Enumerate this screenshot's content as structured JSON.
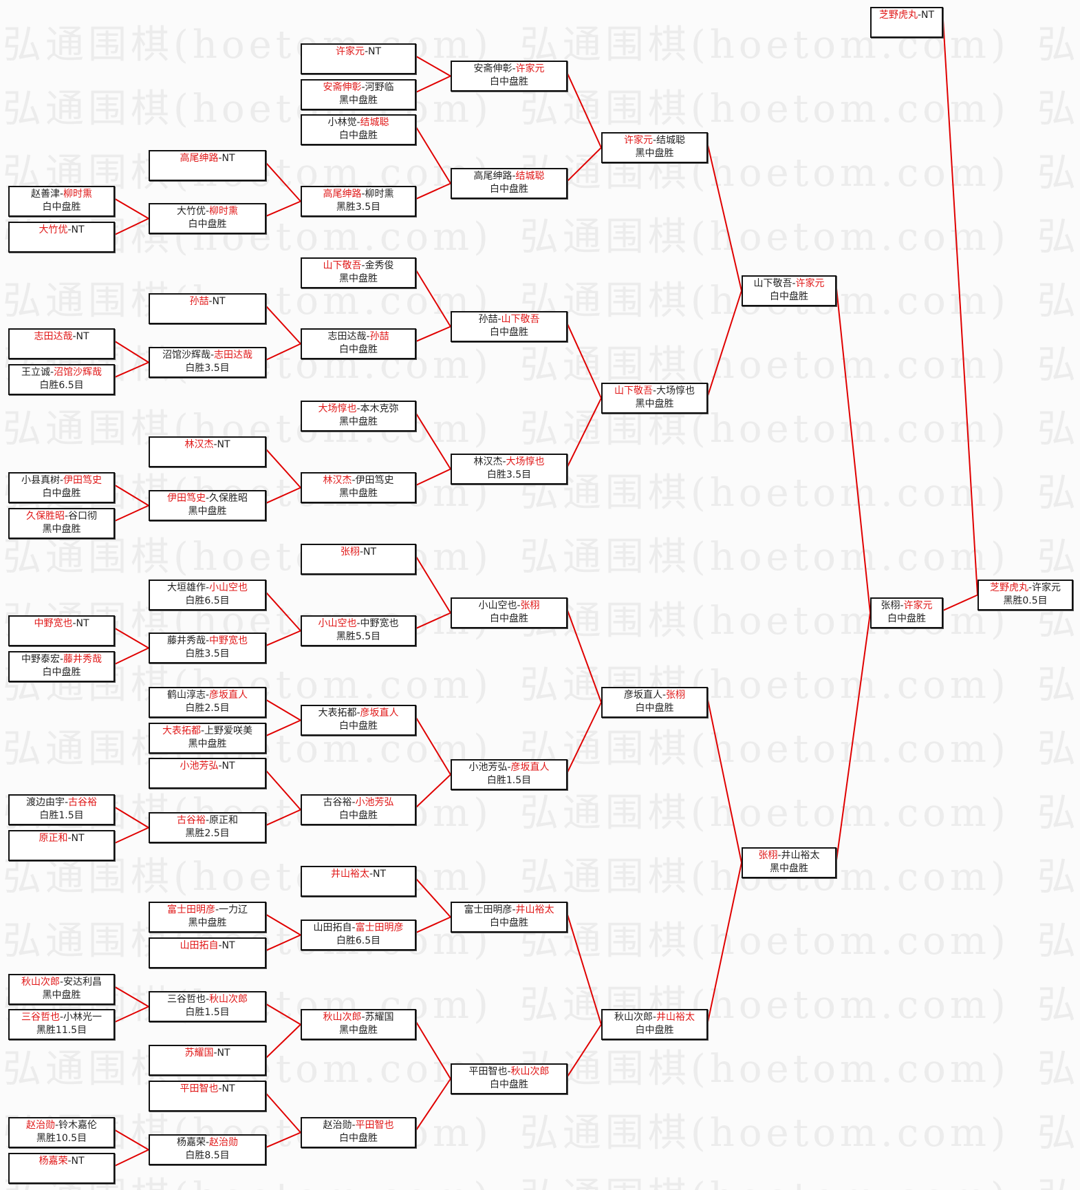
{
  "watermark": "弘通围棋(hoetom.com)",
  "separator": "-",
  "colors": {
    "winner": "#e01818",
    "line": "#e00000",
    "border": "#111111"
  },
  "boxes": [
    {
      "p1": "赵善津",
      "p2": "柳时熏",
      "winner": 1,
      "result": "白中盘胜"
    },
    {
      "p1": "大竹优",
      "p2": "NT",
      "winner": 0,
      "result": ""
    },
    {
      "p1": "志田达哉",
      "p2": "NT",
      "winner": 0,
      "result": ""
    },
    {
      "p1": "王立诚",
      "p2": "沼馆沙辉哉",
      "winner": 1,
      "result": "白胜6.5目"
    },
    {
      "p1": "小县真树",
      "p2": "伊田笃史",
      "winner": 1,
      "result": "白中盘胜"
    },
    {
      "p1": "久保胜昭",
      "p2": "谷口彻",
      "winner": 0,
      "result": "黑中盘胜"
    },
    {
      "p1": "中野宽也",
      "p2": "NT",
      "winner": 0,
      "result": ""
    },
    {
      "p1": "中野泰宏",
      "p2": "藤井秀哉",
      "winner": 1,
      "result": "白中盘胜"
    },
    {
      "p1": "渡边由宇",
      "p2": "古谷裕",
      "winner": 1,
      "result": "白胜1.5目"
    },
    {
      "p1": "原正和",
      "p2": "NT",
      "winner": 0,
      "result": ""
    },
    {
      "p1": "秋山次郎",
      "p2": "安达利昌",
      "winner": 0,
      "result": "黑中盘胜"
    },
    {
      "p1": "三谷哲也",
      "p2": "小林光一",
      "winner": 0,
      "result": "黑胜11.5目"
    },
    {
      "p1": "赵治勋",
      "p2": "铃木嘉伦",
      "winner": 0,
      "result": "黑胜10.5目"
    },
    {
      "p1": "杨嘉荣",
      "p2": "NT",
      "winner": 0,
      "result": ""
    },
    {
      "p1": "高尾绅路",
      "p2": "NT",
      "winner": 0,
      "result": ""
    },
    {
      "p1": "大竹优",
      "p2": "柳时熏",
      "winner": 1,
      "result": "白中盘胜"
    },
    {
      "p1": "孙喆",
      "p2": "NT",
      "winner": 0,
      "result": ""
    },
    {
      "p1": "沼馆沙辉哉",
      "p2": "志田达哉",
      "winner": 1,
      "result": "白胜3.5目"
    },
    {
      "p1": "林汉杰",
      "p2": "NT",
      "winner": 0,
      "result": ""
    },
    {
      "p1": "伊田笃史",
      "p2": "久保胜昭",
      "winner": 0,
      "result": "黑中盘胜"
    },
    {
      "p1": "大垣雄作",
      "p2": "小山空也",
      "winner": 1,
      "result": "白胜6.5目"
    },
    {
      "p1": "藤井秀哉",
      "p2": "中野宽也",
      "winner": 1,
      "result": "白胜3.5目"
    },
    {
      "p1": "鹤山淳志",
      "p2": "彦坂直人",
      "winner": 1,
      "result": "白胜2.5目"
    },
    {
      "p1": "大表拓都",
      "p2": "上野爱咲美",
      "winner": 0,
      "result": "黑中盘胜"
    },
    {
      "p1": "小池芳弘",
      "p2": "NT",
      "winner": 0,
      "result": ""
    },
    {
      "p1": "古谷裕",
      "p2": "原正和",
      "winner": 0,
      "result": "黑胜2.5目"
    },
    {
      "p1": "富士田明彦",
      "p2": "一力辽",
      "winner": 0,
      "result": "黑中盘胜"
    },
    {
      "p1": "山田拓自",
      "p2": "NT",
      "winner": 0,
      "result": ""
    },
    {
      "p1": "三谷哲也",
      "p2": "秋山次郎",
      "winner": 1,
      "result": "白胜1.5目"
    },
    {
      "p1": "苏耀国",
      "p2": "NT",
      "winner": 0,
      "result": ""
    },
    {
      "p1": "平田智也",
      "p2": "NT",
      "winner": 0,
      "result": ""
    },
    {
      "p1": "杨嘉荣",
      "p2": "赵治勋",
      "winner": 1,
      "result": "白胜8.5目"
    },
    {
      "p1": "许家元",
      "p2": "NT",
      "winner": 0,
      "result": ""
    },
    {
      "p1": "安斋伸彰",
      "p2": "河野临",
      "winner": 0,
      "result": "黑中盘胜"
    },
    {
      "p1": "小林觉",
      "p2": "结城聪",
      "winner": 1,
      "result": "白中盘胜"
    },
    {
      "p1": "高尾绅路",
      "p2": "柳时熏",
      "winner": 0,
      "result": "黑胜3.5目"
    },
    {
      "p1": "山下敬吾",
      "p2": "金秀俊",
      "winner": 0,
      "result": "黑中盘胜"
    },
    {
      "p1": "志田达哉",
      "p2": "孙喆",
      "winner": 1,
      "result": "白中盘胜"
    },
    {
      "p1": "大场惇也",
      "p2": "本木克弥",
      "winner": 0,
      "result": "黑中盘胜"
    },
    {
      "p1": "林汉杰",
      "p2": "伊田笃史",
      "winner": 0,
      "result": "黑中盘胜"
    },
    {
      "p1": "张栩",
      "p2": "NT",
      "winner": 0,
      "result": ""
    },
    {
      "p1": "小山空也",
      "p2": "中野宽也",
      "winner": 0,
      "result": "黑胜5.5目"
    },
    {
      "p1": "大表拓都",
      "p2": "彦坂直人",
      "winner": 1,
      "result": "白中盘胜"
    },
    {
      "p1": "古谷裕",
      "p2": "小池芳弘",
      "winner": 1,
      "result": "白中盘胜"
    },
    {
      "p1": "井山裕太",
      "p2": "NT",
      "winner": 0,
      "result": ""
    },
    {
      "p1": "山田拓自",
      "p2": "富士田明彦",
      "winner": 1,
      "result": "白胜6.5目"
    },
    {
      "p1": "秋山次郎",
      "p2": "苏耀国",
      "winner": 0,
      "result": "黑中盘胜"
    },
    {
      "p1": "赵治勋",
      "p2": "平田智也",
      "winner": 1,
      "result": "白中盘胜"
    },
    {
      "p1": "安斋伸彰",
      "p2": "许家元",
      "winner": 1,
      "result": "白中盘胜"
    },
    {
      "p1": "高尾绅路",
      "p2": "结城聪",
      "winner": 1,
      "result": "白中盘胜"
    },
    {
      "p1": "孙喆",
      "p2": "山下敬吾",
      "winner": 1,
      "result": "白中盘胜"
    },
    {
      "p1": "林汉杰",
      "p2": "大场惇也",
      "winner": 1,
      "result": "白胜3.5目"
    },
    {
      "p1": "小山空也",
      "p2": "张栩",
      "winner": 1,
      "result": "白中盘胜"
    },
    {
      "p1": "小池芳弘",
      "p2": "彦坂直人",
      "winner": 1,
      "result": "白胜1.5目"
    },
    {
      "p1": "富士田明彦",
      "p2": "井山裕太",
      "winner": 1,
      "result": "白中盘胜"
    },
    {
      "p1": "平田智也",
      "p2": "秋山次郎",
      "winner": 1,
      "result": "白中盘胜"
    },
    {
      "p1": "许家元",
      "p2": "结城聪",
      "winner": 0,
      "result": "黑中盘胜"
    },
    {
      "p1": "山下敬吾",
      "p2": "大场惇也",
      "winner": 0,
      "result": "黑中盘胜"
    },
    {
      "p1": "彦坂直人",
      "p2": "张栩",
      "winner": 1,
      "result": "白中盘胜"
    },
    {
      "p1": "秋山次郎",
      "p2": "井山裕太",
      "winner": 1,
      "result": "白中盘胜"
    },
    {
      "p1": "山下敬吾",
      "p2": "许家元",
      "winner": 1,
      "result": "白中盘胜"
    },
    {
      "p1": "张栩",
      "p2": "井山裕太",
      "winner": 0,
      "result": "黑中盘胜"
    },
    {
      "p1": "芝野虎丸",
      "p2": "NT",
      "winner": 0,
      "result": ""
    },
    {
      "p1": "张栩",
      "p2": "许家元",
      "winner": 1,
      "result": "白中盘胜"
    },
    {
      "p1": "芝野虎丸",
      "p2": "许家元",
      "winner": 0,
      "result": "黑胜0.5目"
    }
  ]
}
